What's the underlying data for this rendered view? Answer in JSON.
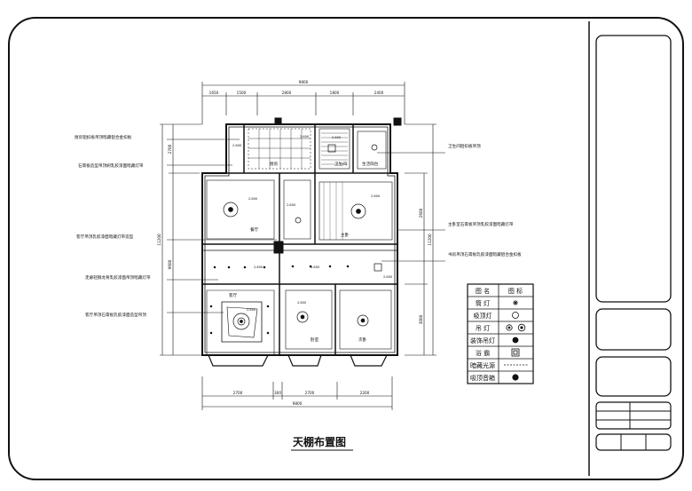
{
  "drawing": {
    "title": "天棚布置图",
    "dimensions_top": [
      "1650",
      "1500",
      "2800",
      "1800",
      "2400"
    ],
    "dimension_top_total": "9800",
    "dimensions_bottom": [
      "2700",
      "300",
      "2700",
      "2200"
    ],
    "dimension_bottom_total": "9800",
    "dimension_left": "11200",
    "dimension_left_upper": "2700",
    "dimension_left_lower": "9600",
    "dimension_right_1": "2600",
    "dimension_right_2": "11200",
    "dimension_right_3": "3000",
    "annotations_left": [
      "厨房铝扣板吊顶暗藏铝合金扣板",
      "石膏板造型吊顶刷乳胶漆面暗藏灯带",
      "客厅吊顶乳胶漆面暗藏灯带造型",
      "走廊轻钢龙骨乳胶漆面吊顶暗藏灯带",
      "客厅吊顶石膏板乳胶漆面造型吊顶"
    ],
    "annotations_right": [
      "卫生间铝扣板吊顶",
      "主卧室石膏板吊顶乳胶漆面暗藏灯带",
      "书房吊顶石膏板乳胶漆面暗藏铝合金扣板"
    ],
    "rooms": [
      "厨房",
      "卫生间",
      "生活阳台",
      "餐厅",
      "主卧",
      "客厅",
      "卧室",
      "次卧"
    ],
    "elevations": [
      "2.600",
      "2.600",
      "2.600",
      "2.800",
      "2.800",
      "2.800",
      "2.800",
      "2.800",
      "2.800",
      "2.800",
      "2.600"
    ]
  },
  "legend": {
    "headers": [
      "图 名",
      "图 标"
    ],
    "rows": [
      {
        "name": "筒 灯"
      },
      {
        "name": "吸顶灯"
      },
      {
        "name": "吊 灯"
      },
      {
        "name": "装饰吊灯"
      },
      {
        "name": "浴 霸"
      },
      {
        "name": "暗藏光源"
      },
      {
        "name": "吸顶音箱"
      }
    ]
  }
}
